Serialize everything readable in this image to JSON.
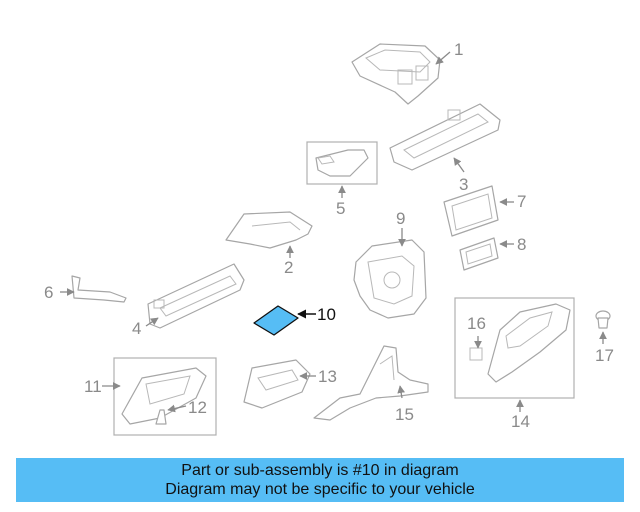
{
  "diagram": {
    "highlight_color": "#56bdf5",
    "highlighted_part": "10",
    "labels": [
      "1",
      "2",
      "3",
      "4",
      "5",
      "6",
      "7",
      "8",
      "9",
      "10",
      "11",
      "12",
      "13",
      "14",
      "15",
      "16",
      "17"
    ]
  },
  "banner": {
    "line1": "Part or sub-assembly is #10 in diagram",
    "line2": "Diagram may not be specific to your vehicle",
    "background": "#56bdf5"
  }
}
